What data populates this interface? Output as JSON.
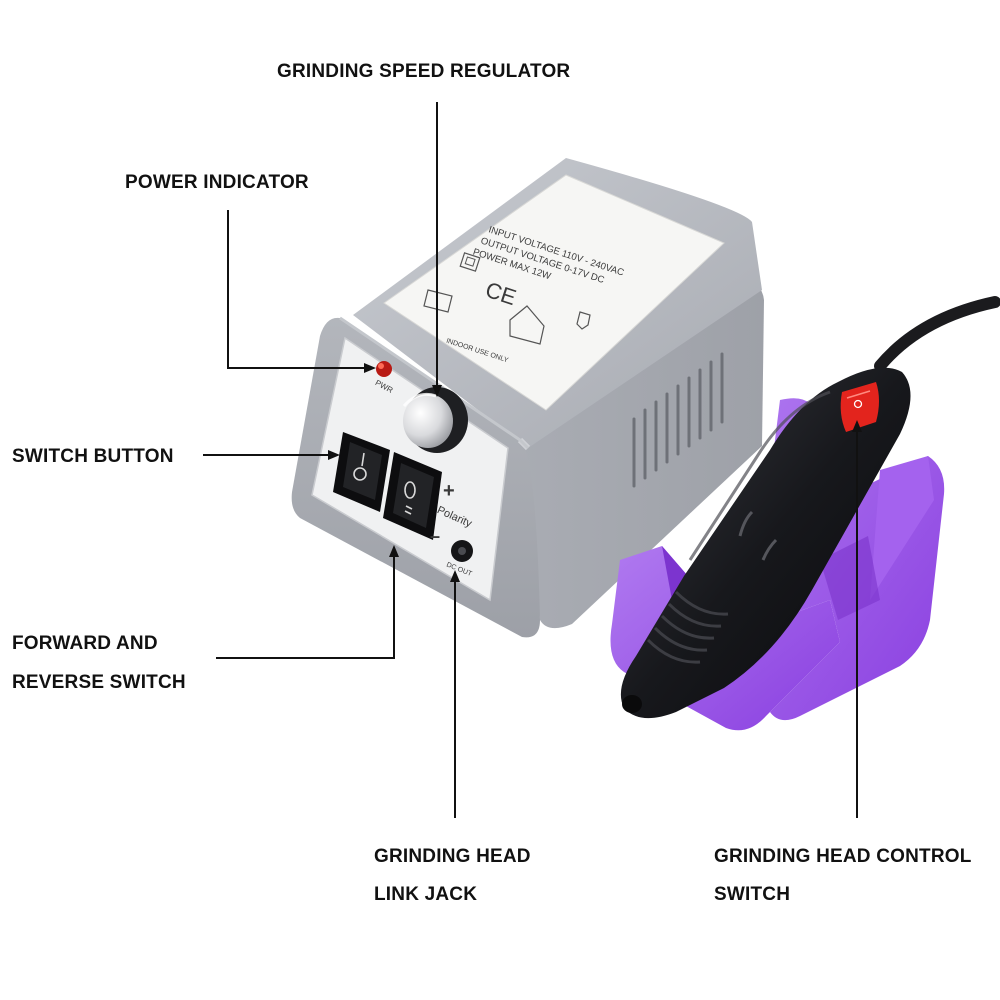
{
  "labels": {
    "speed_regulator": "GRINDING SPEED REGULATOR",
    "power_indicator": "POWER INDICATOR",
    "switch_button": "SWITCH BUTTON",
    "forward_reverse": [
      "FORWARD AND",
      "REVERSE SWITCH"
    ],
    "link_jack": [
      "GRINDING HEAD",
      "LINK JACK"
    ],
    "control_switch": [
      "GRINDING HEAD CONTROL",
      "SWITCH"
    ]
  },
  "device_label": {
    "input": "INPUT VOLTAGE  110V - 240VAC",
    "output": "OUTPUT VOLTAGE    0-17V DC",
    "power": "POWER  MAX        12W",
    "ce": "CE",
    "indoor": "INDOOR USE ONLY"
  },
  "front_panel": {
    "pwr": "PWR",
    "plus": "+",
    "polarity": "Polarity",
    "minus": "–",
    "dc_out": "DC OUT"
  },
  "colors": {
    "housing": "#a9acb3",
    "stand": "#9b4fe6",
    "handpiece": "#1c1d22",
    "switch_red": "#e3241d",
    "leader_line": "#111111"
  }
}
